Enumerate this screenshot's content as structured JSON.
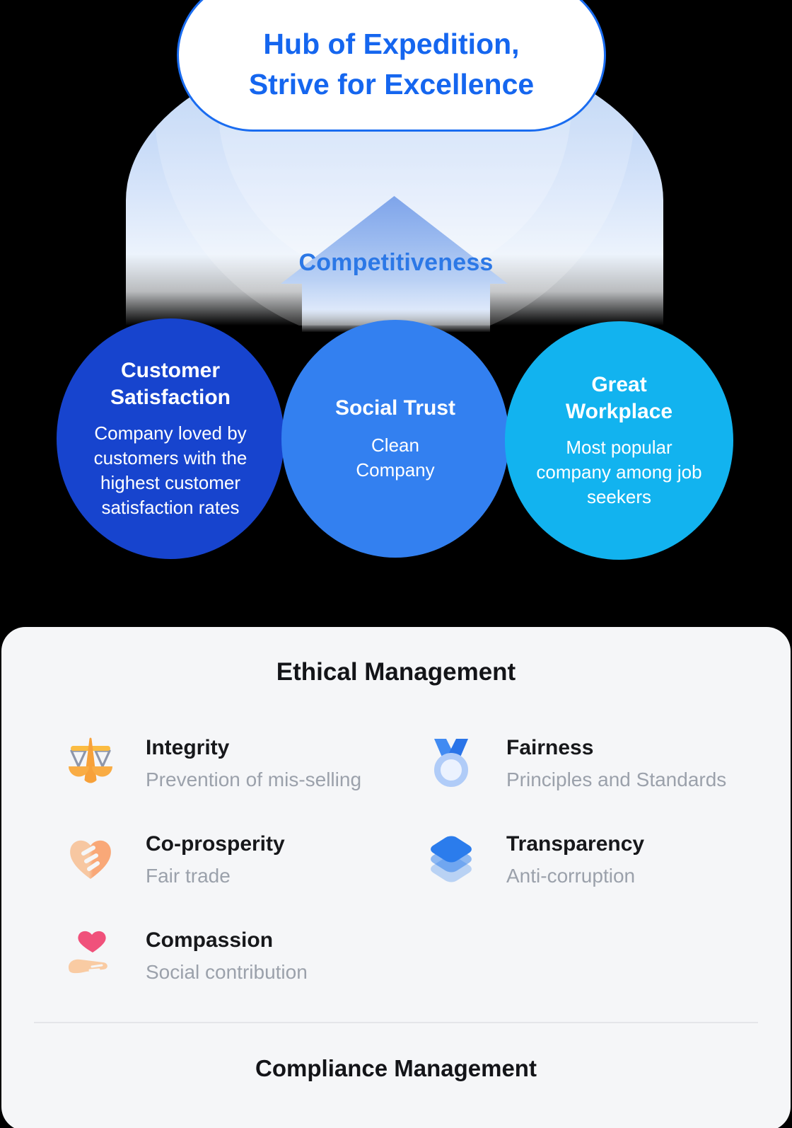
{
  "banner": {
    "line1": "Hub of Expedition,",
    "line2": "Strive for Excellence"
  },
  "arrow": {
    "label": "Competitiveness"
  },
  "circles": [
    {
      "title": "Customer Satisfaction",
      "body": "Company loved by customers with the highest customer satisfaction rates",
      "color": "#1744CE"
    },
    {
      "title": "Social Trust",
      "body": "Clean Company",
      "color": "#3380F0"
    },
    {
      "title": "Great Workplace",
      "body": "Most popular company among job seekers",
      "color": "#12B3EF"
    }
  ],
  "ethical": {
    "title": "Ethical Management",
    "items": [
      {
        "icon": "scales-icon",
        "title": "Integrity",
        "subtitle": "Prevention of mis-selling"
      },
      {
        "icon": "medal-icon",
        "title": "Fairness",
        "subtitle": "Principles and Standards"
      },
      {
        "icon": "handshake-icon",
        "title": "Co-prosperity",
        "subtitle": "Fair trade"
      },
      {
        "icon": "layers-icon",
        "title": "Transparency",
        "subtitle": "Anti-corruption"
      },
      {
        "icon": "heart-hand-icon",
        "title": "Compassion",
        "subtitle": "Social contribution"
      }
    ],
    "footer": "Compliance Management"
  },
  "palette": {
    "banner_text": "#1566EF",
    "banner_border": "#1A6CF0",
    "arrow_label_text": "#2C78E6",
    "circle1": "#1744CE",
    "circle2": "#3380F0",
    "circle3": "#12B3EF",
    "card_bg": "#F5F6F8",
    "heading_text": "#131418",
    "subtitle_text": "#9BA1AB"
  }
}
